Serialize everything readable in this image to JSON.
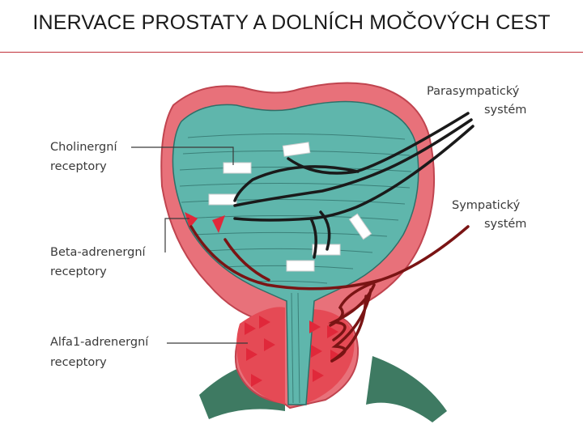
{
  "slide": {
    "title": "INERVACE PROSTATY A DOLNÍCH MOČOVÝCH CEST"
  },
  "labels": {
    "parasympathetic": [
      "Parasympatický",
      "systém"
    ],
    "sympathetic": [
      "Sympatický",
      "systém"
    ],
    "cholinergic": [
      "Cholinergní",
      "receptory"
    ],
    "beta": [
      "Beta-adrenergní",
      "receptory"
    ],
    "alpha": [
      "Alfa1-adrenergní",
      "receptory"
    ]
  },
  "colors": {
    "bladder_wall": "#e8717a",
    "bladder_lumen": "#5fb6ac",
    "parasympathetic_nerve": "#1a1a1a",
    "sympathetic_nerve": "#7a1414",
    "receptor_red": "#e0283a",
    "pelvic_floor": "#3e7a62",
    "separator_line": "#c0303a"
  }
}
